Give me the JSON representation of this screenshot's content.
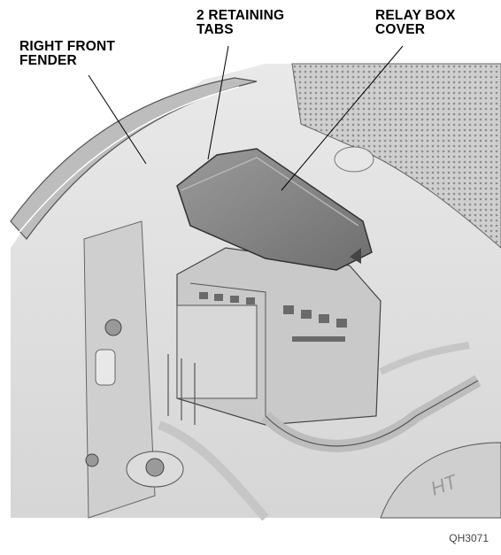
{
  "callouts": {
    "fender": [
      "RIGHT FRONT",
      "FENDER"
    ],
    "tabs": [
      "2 RETAINING",
      "TABS"
    ],
    "cover": [
      "RELAY BOX",
      "COVER"
    ]
  },
  "figure_code": "QH3071"
}
